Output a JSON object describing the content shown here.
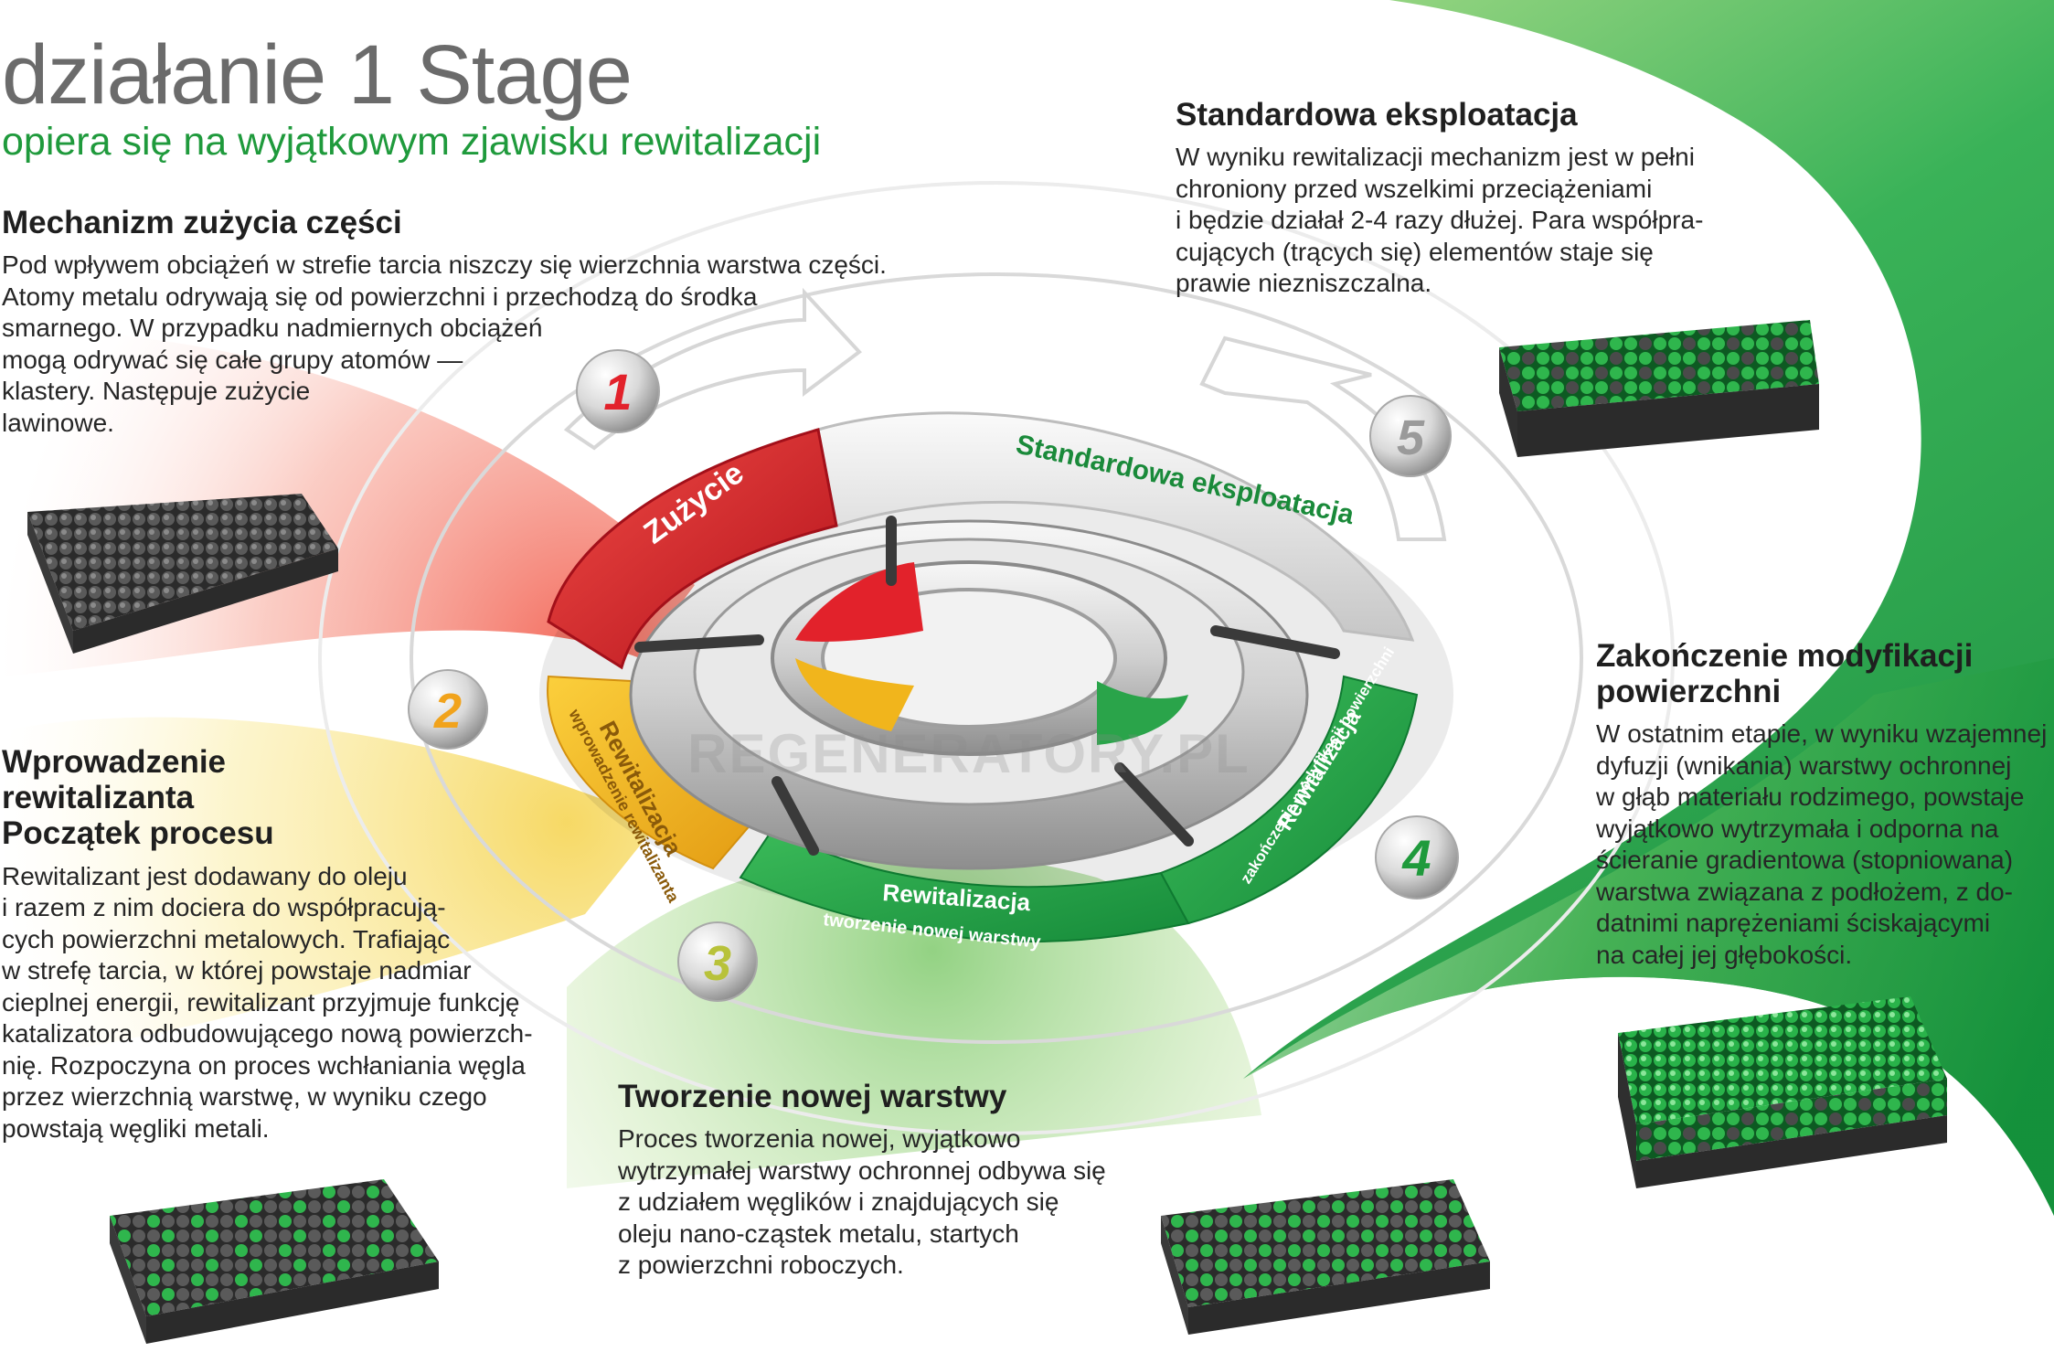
{
  "header": {
    "title": "działanie 1 Stage",
    "subtitle": "opiera się na wyjątkowym zjawisku rewitalizacji"
  },
  "watermark": "REGENERATORY.PL",
  "colors": {
    "wear_red": "#e2222b",
    "start_yellow": "#f1b51c",
    "green": "#2aa44a",
    "green_dark": "#138a37",
    "gray_text": "#6b6b6b"
  },
  "sections": [
    {
      "number": "1",
      "heading": [
        "Mechanizm zużycia części"
      ],
      "lines": [
        "Pod wpływem obciążeń w strefie tarcia niszczy się  wierzchnia warstwa części.",
        "Atomy metalu odrywają się od powierzchni i przechodzą do środka",
        "smarnego. W przypadku nadmiernych obciążeń",
        "mogą odrywać się całe grupy atomów —",
        "klastery. Następuje zużycie",
        "lawinowe."
      ]
    },
    {
      "number": "2",
      "heading": [
        "Wprowadzenie",
        "rewitalizanta",
        "Początek procesu"
      ],
      "lines": [
        "Rewitalizant jest dodawany do oleju",
        "i razem z nim dociera do współpracują-",
        "cych powierzchni metalowych. Trafiając",
        "w strefę tarcia, w której powstaje nadmiar",
        "cieplnej energii, rewitalizant przyjmuje funkcję",
        "katalizatora odbudowującego nową powierzch-",
        "nię. Rozpoczyna on proces wchłaniania węgla",
        "przez wierzchnią warstwę, w wyniku czego",
        "powstają węgliki metali."
      ]
    },
    {
      "number": "3",
      "heading": [
        "Tworzenie nowej warstwy"
      ],
      "lines": [
        "Proces  tworzenia  nowej, wyjątkowo",
        "wytrzymałej warstwy ochronnej odbywa się",
        "z udziałem węglików i znajdujących się",
        "oleju nano-cząstek metalu, startych",
        "z powierzchni roboczych."
      ]
    },
    {
      "number": "4",
      "heading": [
        "Zakończenie modyfikacji",
        "powierzchni"
      ],
      "lines": [
        "W ostatnim etapie, w wyniku wzajemnej",
        "dyfuzji (wnikania) warstwy ochronnej",
        "w głąb materiału rodzimego, powstaje",
        "wyjątkowo wytrzymała i odporna na",
        "ścieranie gradientowa (stopniowana)",
        "warstwa związana z podłożem, z do-",
        "datnimi naprężeniami ściskającymi",
        "na całej jej głębokości."
      ]
    },
    {
      "number": "5",
      "heading": [
        "Standardowa eksploatacja"
      ],
      "lines": [
        "W wyniku rewitalizacji mechanizm jest w pełni",
        "chroniony przed wszelkimi przeciążeniami",
        "i będzie działał 2-4 razy dłużej. Para współpra-",
        "cujących (trących się) elementów staje się",
        "prawie niezniszczalna."
      ]
    }
  ],
  "ring": {
    "wear": "Zużycie",
    "standard": "Standardowa eksploatacja",
    "intro_1": "Rewitalizacja",
    "intro_2": "wprowadzenie rewitalizanta",
    "revit_1": "Rewitalizacja",
    "revit_2": "tworzenie nowej warstwy",
    "final_1": "Rewitalizacja",
    "final_2": "zakończenie modyfikacji powierzchni"
  }
}
